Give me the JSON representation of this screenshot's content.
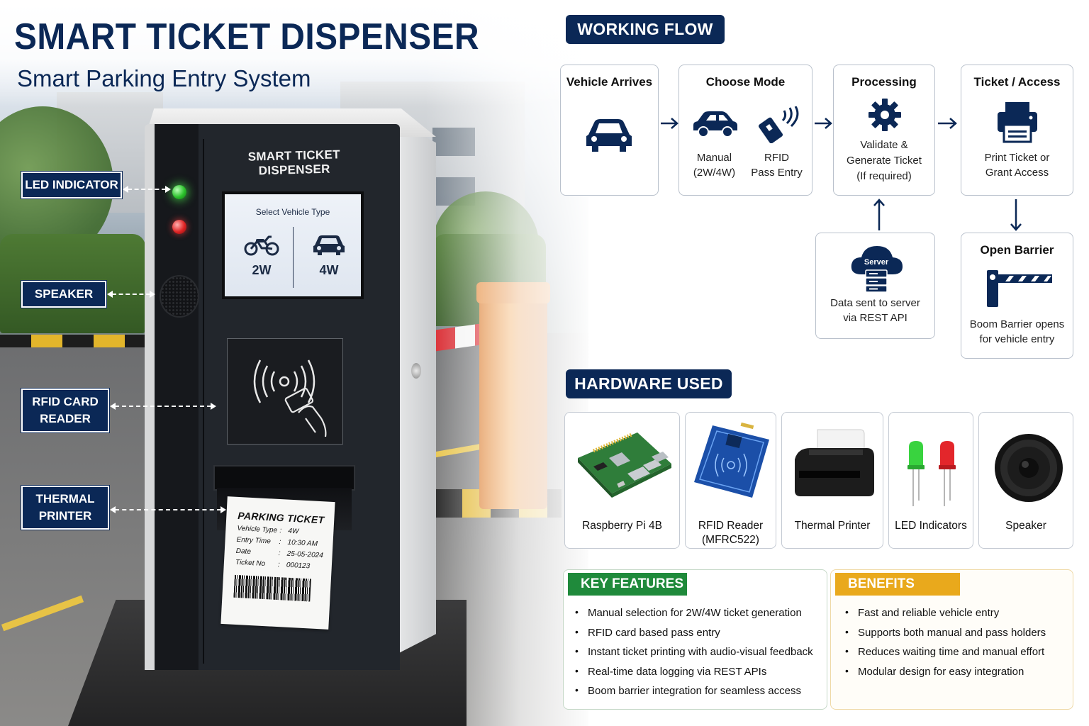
{
  "header": {
    "title": "SMART TICKET DISPENSER",
    "subtitle": "Smart Parking Entry System"
  },
  "machine": {
    "label": "SMART TICKET DISPENSER",
    "screen": {
      "prompt": "Select Vehicle Type",
      "options": [
        "2W",
        "4W"
      ]
    },
    "ticket": {
      "title": "PARKING TICKET",
      "rows": [
        {
          "key": "Vehicle Type",
          "value": "4W"
        },
        {
          "key": "Entry Time",
          "value": "10:30 AM"
        },
        {
          "key": "Date",
          "value": "25-05-2024"
        },
        {
          "key": "Ticket No",
          "value": "000123"
        }
      ]
    }
  },
  "callouts": {
    "led": "LED INDICATOR",
    "speaker": "SPEAKER",
    "rfid_line1": "RFID CARD",
    "rfid_line2": "READER",
    "printer_line1": "THERMAL",
    "printer_line2": "PRINTER"
  },
  "working_flow": {
    "heading": "WORKING FLOW",
    "vehicle_arrives": {
      "title": "Vehicle Arrives"
    },
    "choose_mode": {
      "title": "Choose Mode",
      "manual_l1": "Manual",
      "manual_l2": "(2W/4W)",
      "rfid_l1": "RFID",
      "rfid_l2": "Pass Entry"
    },
    "processing": {
      "title": "Processing",
      "l1": "Validate &",
      "l2": "Generate Ticket",
      "l3": "(If required)"
    },
    "ticket_access": {
      "title": "Ticket / Access",
      "l1": "Print Ticket or",
      "l2": "Grant Access"
    },
    "server": {
      "icon_label": "Server",
      "l1": "Data sent to server",
      "l2": "via REST API"
    },
    "open_barrier": {
      "title": "Open Barrier",
      "l1": "Boom Barrier opens",
      "l2": "for vehicle entry"
    }
  },
  "hardware": {
    "heading": "HARDWARE USED",
    "items": [
      {
        "l1": "Raspberry Pi 4B",
        "l2": ""
      },
      {
        "l1": "RFID Reader",
        "l2": "(MFRC522)"
      },
      {
        "l1": "Thermal Printer",
        "l2": ""
      },
      {
        "l1": "LED Indicators",
        "l2": ""
      },
      {
        "l1": "Speaker",
        "l2": ""
      }
    ]
  },
  "key_features": {
    "heading": "KEY FEATURES",
    "color": "#1f8a3b",
    "items": [
      "Manual selection for 2W/4W ticket generation",
      "RFID card based pass entry",
      "Instant ticket printing with audio-visual feedback",
      "Real-time data logging via REST APIs",
      "Boom barrier integration for seamless access"
    ]
  },
  "benefits": {
    "heading": "BENEFITS",
    "color": "#e9a91c",
    "items": [
      "Fast and reliable vehicle entry",
      "Supports both manual and pass holders",
      "Reduces waiting time and manual effort",
      "Modular design for easy integration"
    ]
  },
  "colors": {
    "navy": "#0b2856",
    "green": "#1f8a3b",
    "amber": "#e9a91c"
  }
}
